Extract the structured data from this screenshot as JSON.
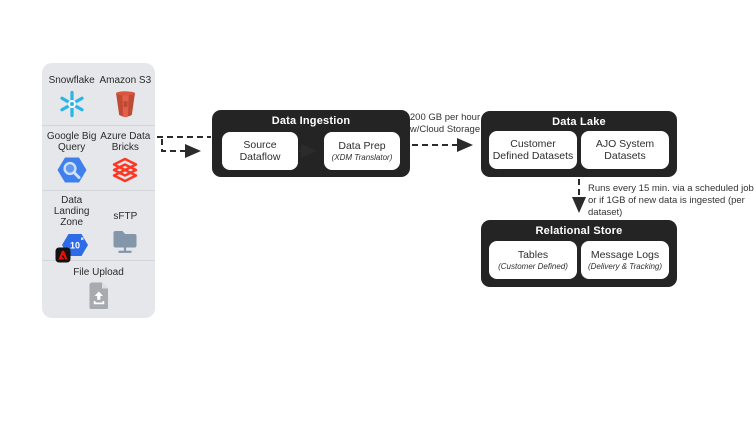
{
  "colors": {
    "box_black": "#242424",
    "sidebar_gray": "#E5E7EA",
    "snowflake_blue": "#29B5E8",
    "s3_red": "#C6503C",
    "bigquery_blue": "#4080EC",
    "databricks_red": "#FF3621",
    "dlz_blue": "#2E6BE6",
    "adobe_red": "#EB1000",
    "sftp_gray": "#8496A9",
    "upload_gray": "#A7ABAF"
  },
  "icons": [
    "snowflake-icon",
    "amazon-s3-icon",
    "bigquery-icon",
    "databricks-icon",
    "data-landing-zone-icon",
    "adobe-badge-icon",
    "sftp-folder-icon",
    "file-upload-icon"
  ],
  "sidebar": {
    "groups": [
      {
        "items": [
          {
            "label": "Snowflake"
          },
          {
            "label": "Amazon S3"
          }
        ]
      },
      {
        "items": [
          {
            "label": "Google Big Query"
          },
          {
            "label": "Azure Data Bricks"
          }
        ]
      },
      {
        "items": [
          {
            "label": "Data Landing Zone"
          },
          {
            "label": "sFTP"
          }
        ]
      },
      {
        "items": [
          {
            "label": "File Upload"
          }
        ]
      }
    ]
  },
  "ingestion": {
    "title": "Data Ingestion",
    "nodes": [
      {
        "label": "Source Dataflow"
      },
      {
        "label": "Data Prep",
        "sub": "(XDM Translator)"
      }
    ]
  },
  "lake": {
    "title": "Data Lake",
    "nodes": [
      {
        "label": "Customer Defined Datasets"
      },
      {
        "label": "AJO System Datasets"
      }
    ]
  },
  "store": {
    "title": "Relational Store",
    "nodes": [
      {
        "label": "Tables",
        "sub": "(Customer Defined)"
      },
      {
        "label": "Message Logs",
        "sub": "(Delivery & Tracking)"
      }
    ]
  },
  "annotations": {
    "ingest_to_lake": "200 GB per hour w/Cloud Storage",
    "lake_to_store": "Runs every 15 min. via a scheduled job or if 1GB of new data is ingested (per dataset)"
  }
}
